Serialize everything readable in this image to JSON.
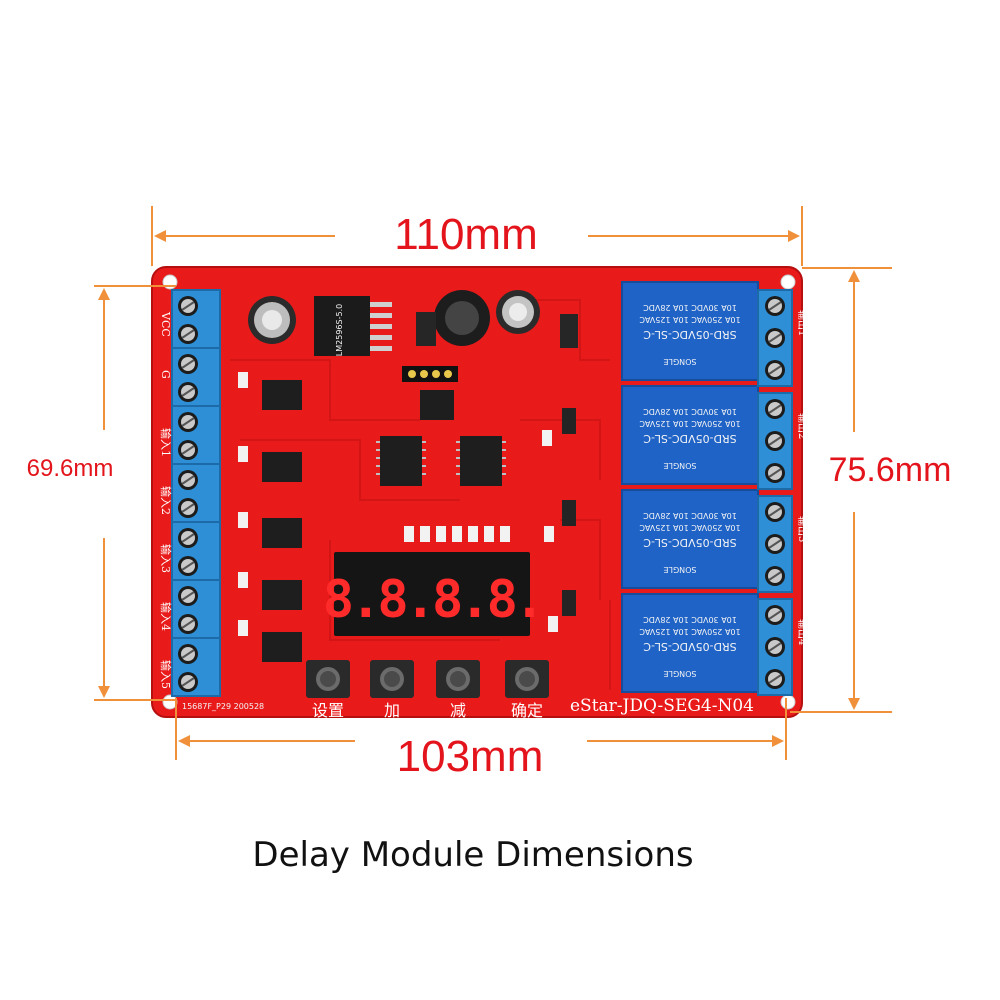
{
  "dimensions": {
    "top_width": "110mm",
    "bottom_width": "103mm",
    "left_height": "69.6mm",
    "right_height": "75.6mm"
  },
  "caption": "Delay Module Dimensions",
  "board": {
    "display_digits": "8.8.8.8.",
    "model_text": "eStar-JDQ-SEG4-N04",
    "serial_text": "15687F_P29 200528",
    "button_labels": [
      "设置",
      "加",
      "减",
      "确定"
    ],
    "left_terminal_labels": [
      "VCC",
      "G",
      "输入1",
      "输入2",
      "输入3",
      "输入4",
      "输入5"
    ],
    "right_terminal_labels": [
      "输出1",
      "输出2",
      "输出3",
      "输出4"
    ],
    "relay": {
      "model": "SRD-05VDC-SL-C",
      "rating1": "10A 250VAC  10A 125VAC",
      "rating2": "10A 30VDC  10A 28VDC",
      "brand": "SONGLE"
    },
    "regulator_text": "LM2596S-5.0"
  },
  "colors": {
    "dimension": "#e3141b",
    "arrow": "#f0903a",
    "pcb": "#e81a1a",
    "terminal": "#2f8fd6",
    "relay": "#1f63c7",
    "display_bg": "#151515",
    "segment": "#ff2a2a"
  },
  "icons": [
    "arrow-icon",
    "relay-icon",
    "terminal-screw-icon",
    "button-icon",
    "capacitor-icon"
  ]
}
